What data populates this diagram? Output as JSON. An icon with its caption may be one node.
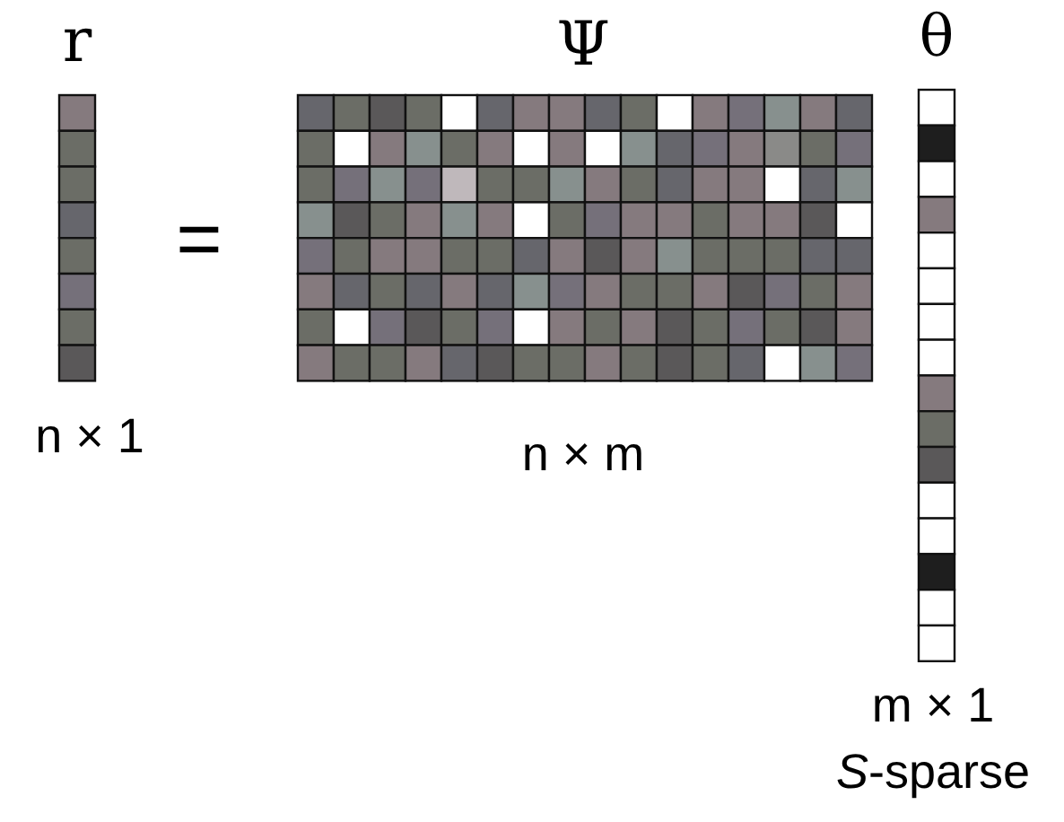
{
  "diagram": {
    "labels": [
      "r",
      "Ψ",
      "θ",
      "=",
      "n × 1",
      "n × m",
      "m × 1",
      "*S*-sparse"
    ]
  }
}
